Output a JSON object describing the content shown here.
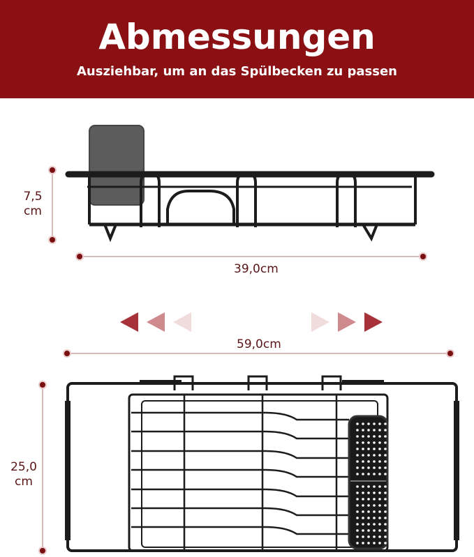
{
  "header": {
    "title": "Abmessungen",
    "subtitle": "Ausziehbar, um an das Spülbecken zu passen"
  },
  "side_view": {
    "height_value": "7,5",
    "height_unit": "cm",
    "width_label": "39,0cm"
  },
  "top_view": {
    "extended_width_label": "59,0cm",
    "depth_value": "25,0",
    "depth_unit": "cm"
  },
  "colors": {
    "brand_red": "#8b1014",
    "dimension_dot": "#7a0f12",
    "rack": "#1c1c1c"
  }
}
